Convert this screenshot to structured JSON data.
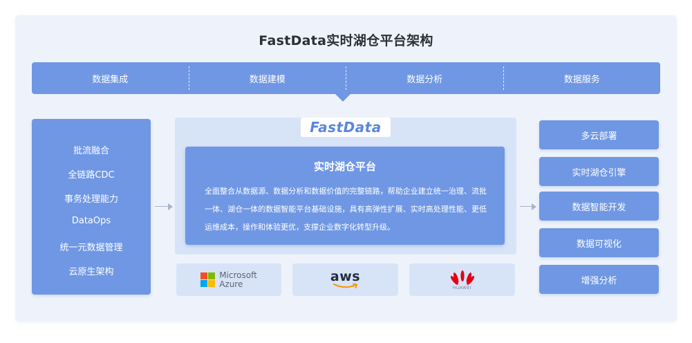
{
  "title": "FastData实时湖仓平台架构",
  "top_bar": {
    "segments": [
      "数据集成",
      "数据建模",
      "数据分析",
      "数据服务"
    ]
  },
  "left_column": {
    "items": [
      "批流融合",
      "全链路CDC",
      "事务处理能力",
      "DataOps",
      "统一元数据管理",
      "云原生架构"
    ]
  },
  "center": {
    "logo": "FastData",
    "core_title": "实时湖仓平台",
    "core_description": "全面整合从数据源、数据分析和数据价值的完整链路，帮助企业建立统一治理、流批一体、湖仓一体的数据智能平台基础设施，具有高弹性扩展、实时高处理性能、更低运维成本，操作和体验更优，支撑企业数字化转型升级。"
  },
  "clouds": {
    "microsoft_line1": "Microsoft",
    "microsoft_line2": "Azure",
    "aws": "aws",
    "huawei": "HUAWEI"
  },
  "right_column": {
    "items": [
      "多云部署",
      "实时湖仓引擎",
      "数据智能开发",
      "数据可视化",
      "增强分析"
    ]
  },
  "colors": {
    "primary_blue": "#6f97e4",
    "panel_light": "#d7e4f8",
    "background": "#eef3fb",
    "title_text": "#2b2f3a"
  }
}
